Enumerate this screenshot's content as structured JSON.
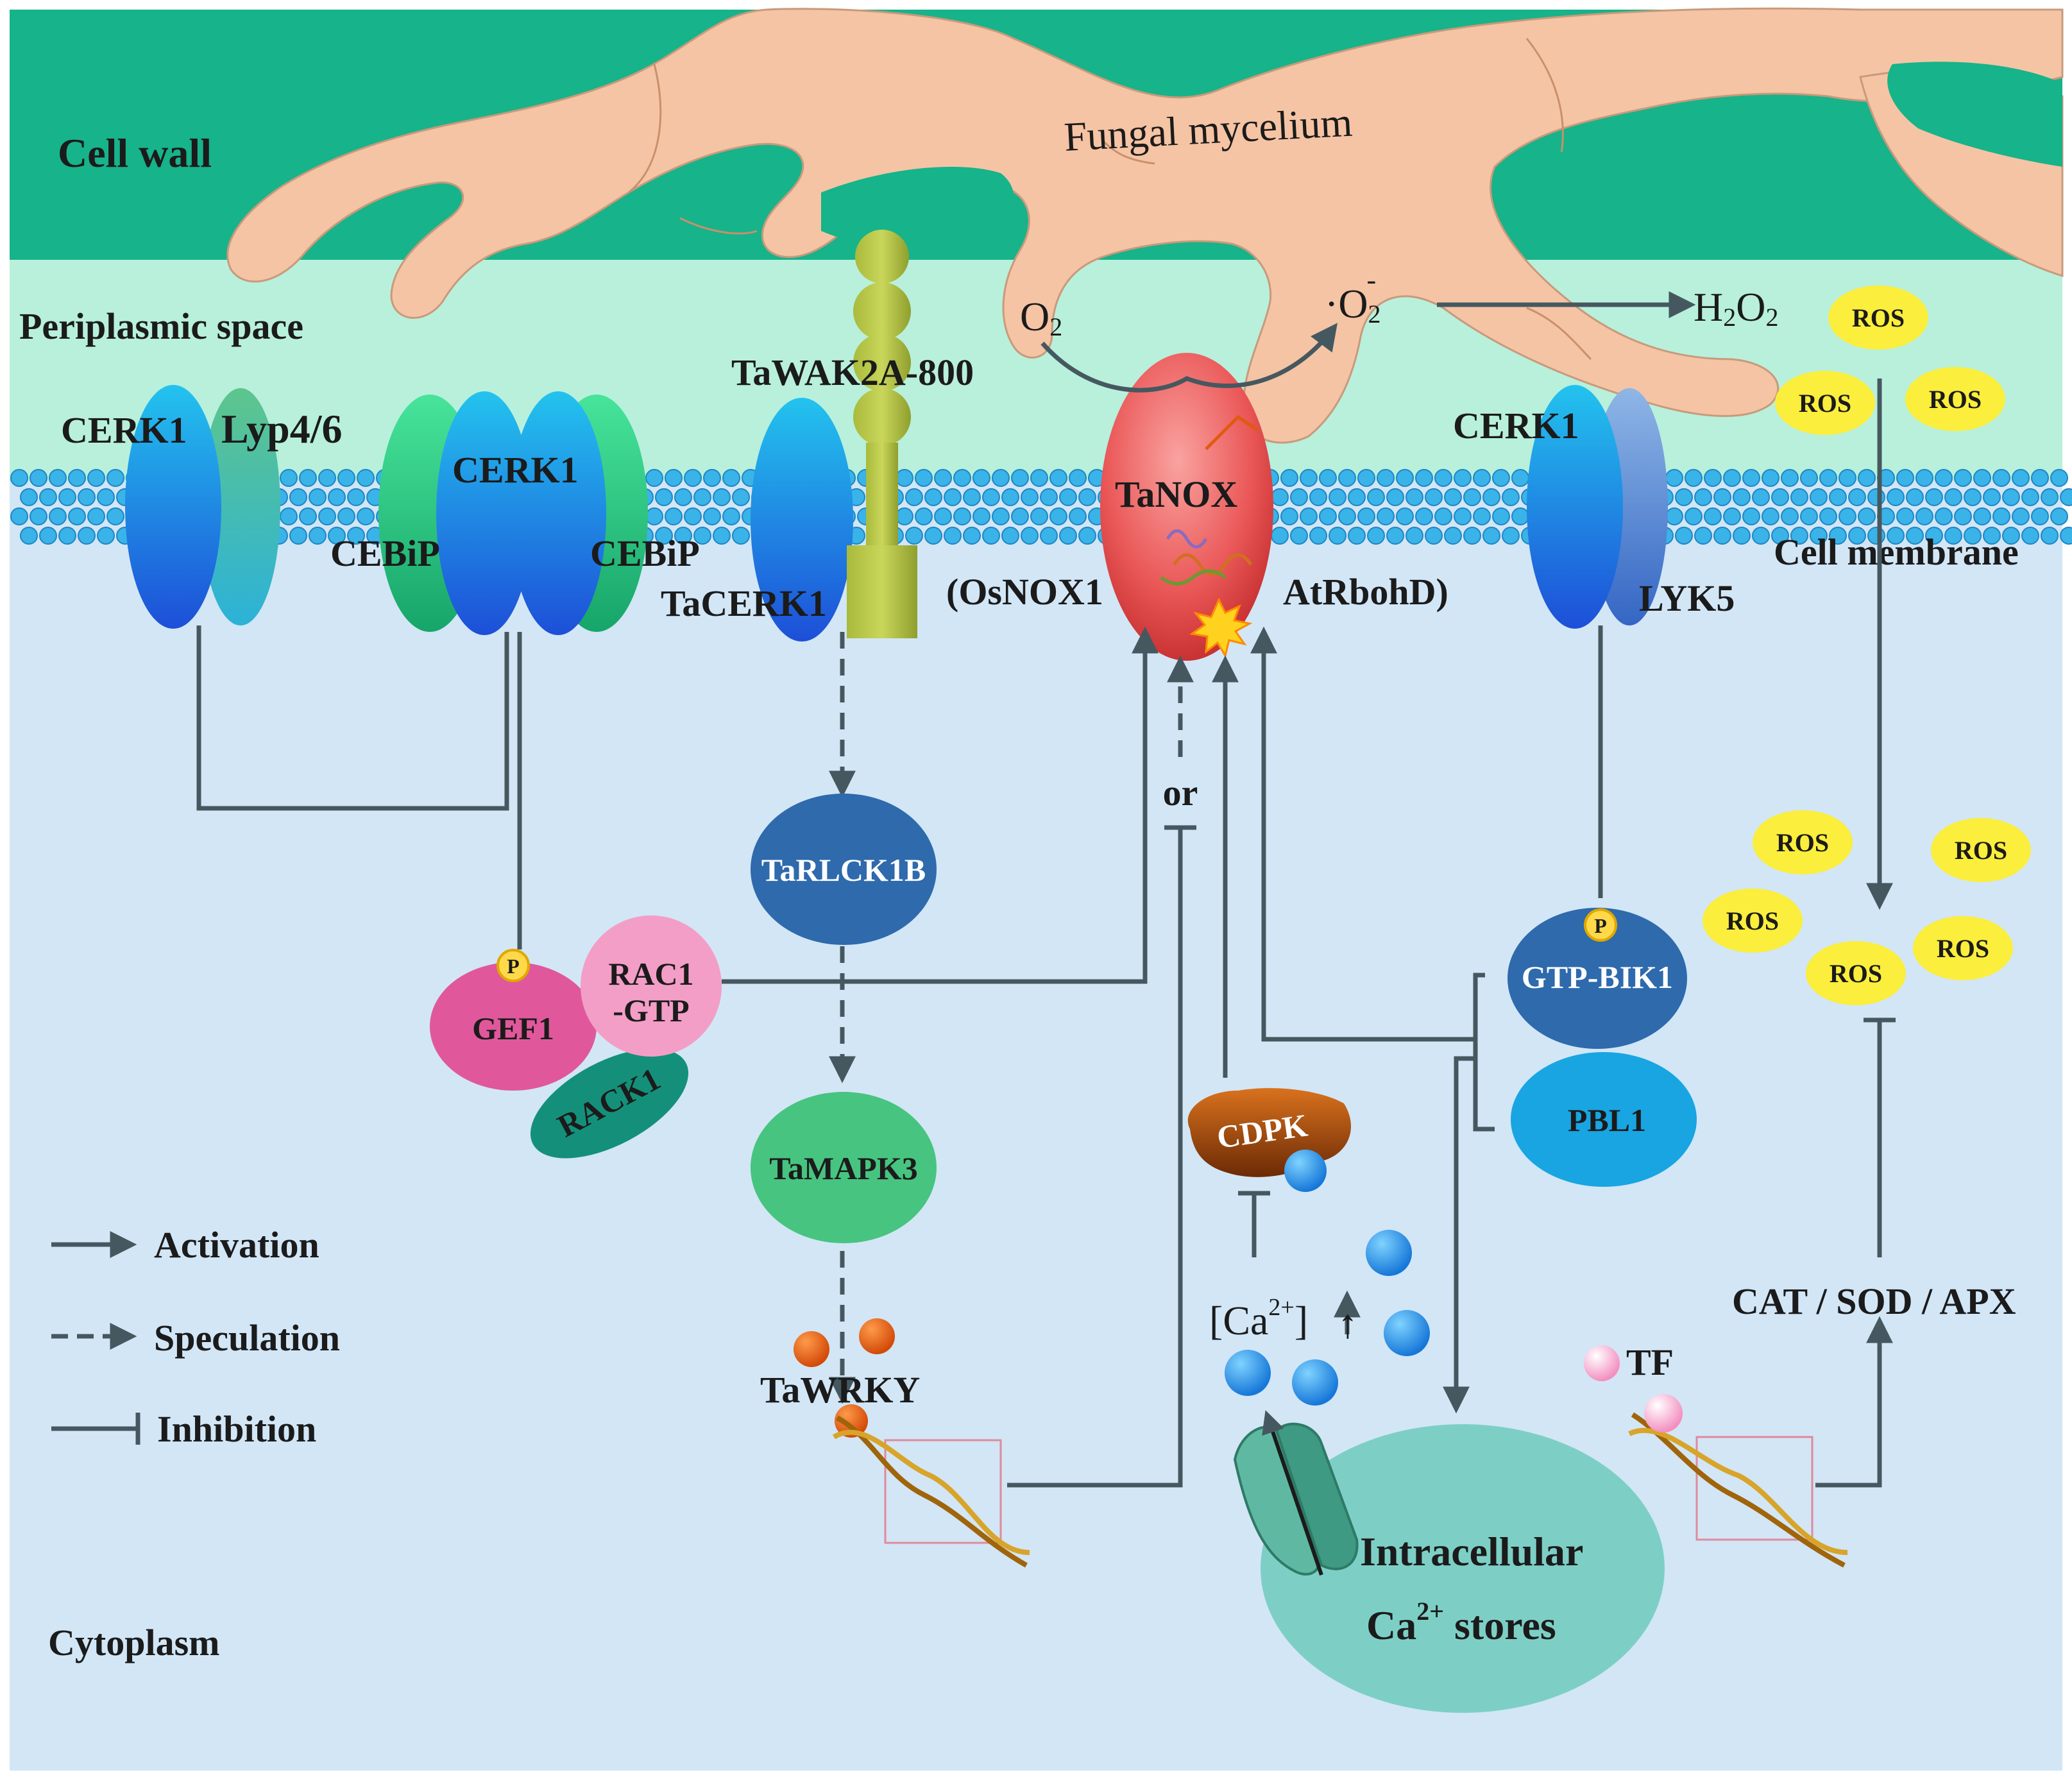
{
  "regions": {
    "cell_wall": "Cell wall",
    "periplasmic_space": "Periplasmic space",
    "cell_membrane": "Cell membrane",
    "cytoplasm": "Cytoplasm",
    "fungal_mycelium": "Fungal mycelium"
  },
  "receptors": {
    "cerk1_left": "CERK1",
    "lyp46": "Lyp4/6",
    "cerk1_mid": "CERK1",
    "cebip_left": "CEBiP",
    "cebip_right": "CEBiP",
    "tawak": "TaWAK2A-800",
    "tacerk1": "TaCERK1",
    "cerk1_right": "CERK1",
    "lyk5": "LYK5"
  },
  "nox": {
    "label": "TaNOX",
    "left_paren": "(OsNOX1",
    "right_paren": "AtRbohD)",
    "o2": "O",
    "o2_sub": "2",
    "superoxide_dot": "·",
    "superoxide": "O",
    "superoxide_sub": "2",
    "superoxide_sup": "-",
    "h2o2_h": "H",
    "h2o2_sub1": "2",
    "h2o2_o": "O",
    "h2o2_sub2": "2"
  },
  "signaling": {
    "tarlck1b": "TaRLCK1B",
    "tamapk3": "TaMAPK3",
    "tawrky": "TaWRKY",
    "gef1": "GEF1",
    "rac1_line1": "RAC1",
    "rac1_line2": "-GTP",
    "rack1": "RACK1",
    "gtp_bik1": "GTP-BIK1",
    "pbl1": "PBL1",
    "cdpk": "CDPK",
    "or": "or",
    "phospho": "P",
    "tf": "TF",
    "enzymes": "CAT / SOD / APX"
  },
  "calcium": {
    "ca_bracket_open": "[Ca",
    "ca_sup": "2+",
    "ca_bracket_close": "]",
    "up_arrow": "↑",
    "stores_line1": "Intracellular",
    "stores_line2": "Ca",
    "stores_sup": "2+",
    "stores_rest": " stores"
  },
  "ros_label": "ROS",
  "legend": {
    "activation": "Activation",
    "speculation": "Speculation",
    "inhibition": "Inhibition"
  },
  "colors": {
    "cell_wall": "#17b38a",
    "periplasm": "#b8f0dc",
    "cytoplasm": "#d2e6f6",
    "fungus": "#f5c4a4",
    "lipid_head": "#3ab3e8",
    "line": "#46585f",
    "ros_fill": "#fbee3c",
    "nox_fill": "#e74848"
  }
}
